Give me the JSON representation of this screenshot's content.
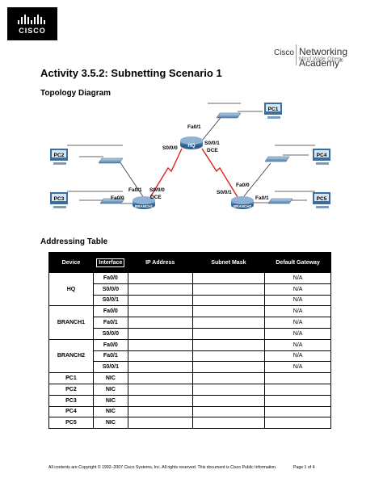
{
  "header": {
    "logo_text": "CISCO",
    "academy_left": "Cisco",
    "academy_right": "Networking Academy",
    "academy_tagline": "Mind Wide Open",
    "trademark": "®"
  },
  "title": "Activity 3.5.2: Subnetting Scenario 1",
  "topology_heading": "Topology Diagram",
  "addressing_heading": "Addressing Table",
  "diagram": {
    "routers": [
      "HQ",
      "BRANCH1",
      "BRANCH2"
    ],
    "pcs": [
      "PC1",
      "PC2",
      "PC3",
      "PC4",
      "PC5"
    ],
    "labels": {
      "hq_fa00": "Fa0/1",
      "hq_s000": "S0/0/0",
      "hq_s001": "S0/0/1",
      "hq_dce": "DCE",
      "b1_fa01": "Fa0/1",
      "b1_fa00": "Fa0/0",
      "b1_s000": "S0/0/0",
      "b1_dce": "DCE",
      "b2_fa00": "Fa0/0",
      "b2_s001": "S0/0/1",
      "b2_fa01": "Fa0/1"
    }
  },
  "table": {
    "headers": [
      "Device",
      "Interface",
      "IP Address",
      "Subnet Mask",
      "Default Gateway"
    ],
    "groups": [
      {
        "device": "HQ",
        "rows": [
          {
            "iface": "Fa0/0",
            "ip": "",
            "mask": "",
            "gw": "N/A"
          },
          {
            "iface": "S0/0/0",
            "ip": "",
            "mask": "",
            "gw": "N/A"
          },
          {
            "iface": "S0/0/1",
            "ip": "",
            "mask": "",
            "gw": "N/A"
          }
        ]
      },
      {
        "device": "BRANCH1",
        "rows": [
          {
            "iface": "Fa0/0",
            "ip": "",
            "mask": "",
            "gw": "N/A"
          },
          {
            "iface": "Fa0/1",
            "ip": "",
            "mask": "",
            "gw": "N/A"
          },
          {
            "iface": "S0/0/0",
            "ip": "",
            "mask": "",
            "gw": "N/A"
          }
        ]
      },
      {
        "device": "BRANCH2",
        "rows": [
          {
            "iface": "Fa0/0",
            "ip": "",
            "mask": "",
            "gw": "N/A"
          },
          {
            "iface": "Fa0/1",
            "ip": "",
            "mask": "",
            "gw": "N/A"
          },
          {
            "iface": "S0/0/1",
            "ip": "",
            "mask": "",
            "gw": "N/A"
          }
        ]
      },
      {
        "device": "PC1",
        "rows": [
          {
            "iface": "NIC",
            "ip": "",
            "mask": "",
            "gw": ""
          }
        ]
      },
      {
        "device": "PC2",
        "rows": [
          {
            "iface": "NIC",
            "ip": "",
            "mask": "",
            "gw": ""
          }
        ]
      },
      {
        "device": "PC3",
        "rows": [
          {
            "iface": "NIC",
            "ip": "",
            "mask": "",
            "gw": ""
          }
        ]
      },
      {
        "device": "PC4",
        "rows": [
          {
            "iface": "NIC",
            "ip": "",
            "mask": "",
            "gw": ""
          }
        ]
      },
      {
        "device": "PC5",
        "rows": [
          {
            "iface": "NIC",
            "ip": "",
            "mask": "",
            "gw": ""
          }
        ]
      }
    ]
  },
  "footer": {
    "text": "All contents are Copyright © 1992–2007 Cisco Systems, Inc. All rights reserved. This document is Cisco Public Information.",
    "page": "Page 1 of 4"
  },
  "colors": {
    "serial_link": "#e02020",
    "device_blue": "#3b6e9e",
    "header_bg": "#000000"
  }
}
